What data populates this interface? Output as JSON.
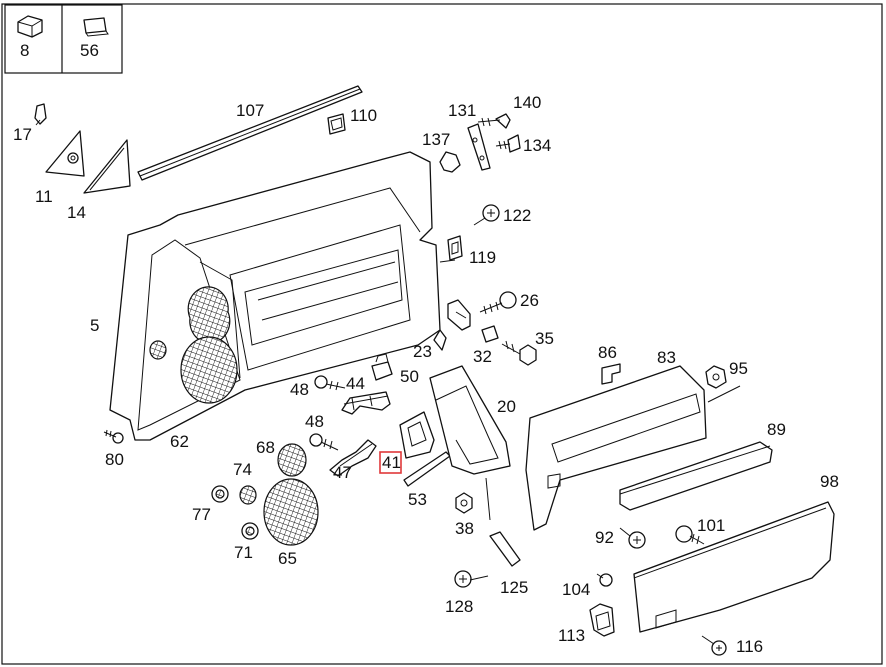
{
  "legend": [
    {
      "number": "8",
      "icon": "cube-clip-icon"
    },
    {
      "number": "56",
      "icon": "flat-pad-icon"
    }
  ],
  "callouts": {
    "c5": "5",
    "c11": "11",
    "c14": "14",
    "c17": "17",
    "c20": "20",
    "c23": "23",
    "c26": "26",
    "c32": "32",
    "c35": "35",
    "c38": "38",
    "c41": "41",
    "c44": "44",
    "c47": "47",
    "c48a": "48",
    "c48b": "48",
    "c50": "50",
    "c53": "53",
    "c62": "62",
    "c65": "65",
    "c68": "68",
    "c71": "71",
    "c74": "74",
    "c77": "77",
    "c80": "80",
    "c83": "83",
    "c86": "86",
    "c89": "89",
    "c92": "92",
    "c95": "95",
    "c98": "98",
    "c101": "101",
    "c104": "104",
    "c107": "107",
    "c110": "110",
    "c113": "113",
    "c116": "116",
    "c119": "119",
    "c122": "122",
    "c125": "125",
    "c128": "128",
    "c131": "131",
    "c134": "134",
    "c137": "137",
    "c140": "140"
  },
  "highlighted_callout": "41",
  "highlight_color": "#e0383a"
}
